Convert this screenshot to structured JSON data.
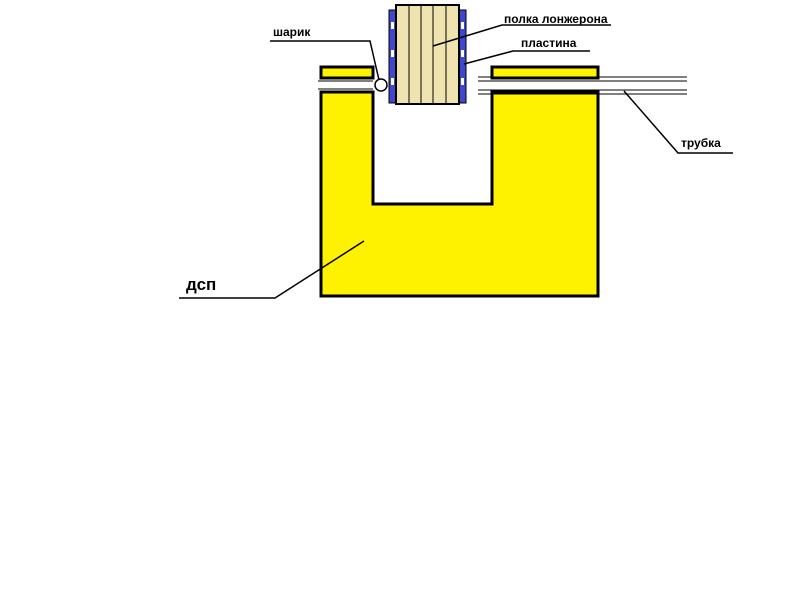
{
  "labels": {
    "ball": "шарик",
    "spar_flange": "полка лонжерона",
    "plate": "пластина",
    "tube": "трубка",
    "board": "дсп"
  },
  "colors": {
    "board_fill": "#fff200",
    "outline": "#000000",
    "wood": "#efe4b0",
    "plate": "#3f48cc",
    "background": "#ffffff"
  }
}
